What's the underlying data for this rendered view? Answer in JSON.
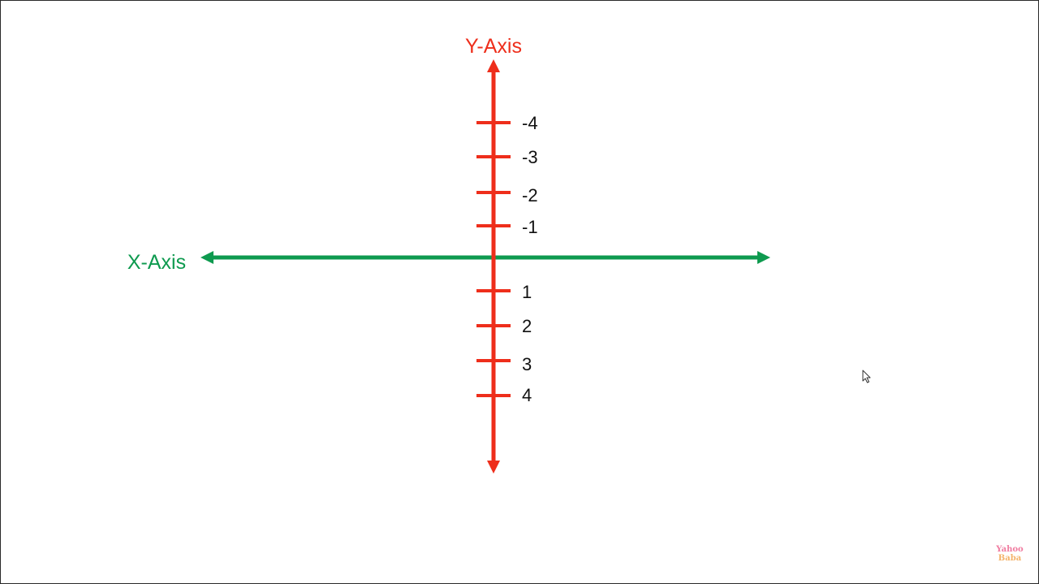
{
  "diagram": {
    "y_axis_title": "Y-Axis",
    "x_axis_title": "X-Axis",
    "y_ticks_above": [
      "-4",
      "-3",
      "-2",
      "-1"
    ],
    "y_ticks_below": [
      "1",
      "2",
      "3",
      "4"
    ],
    "colors": {
      "y_axis": "#ee2e1b",
      "x_axis": "#0e9a4f",
      "tick_text": "#111111"
    }
  },
  "watermark": {
    "line1": "Yahoo",
    "line2": "Baba"
  },
  "icons": [
    "mouse-cursor-icon"
  ]
}
